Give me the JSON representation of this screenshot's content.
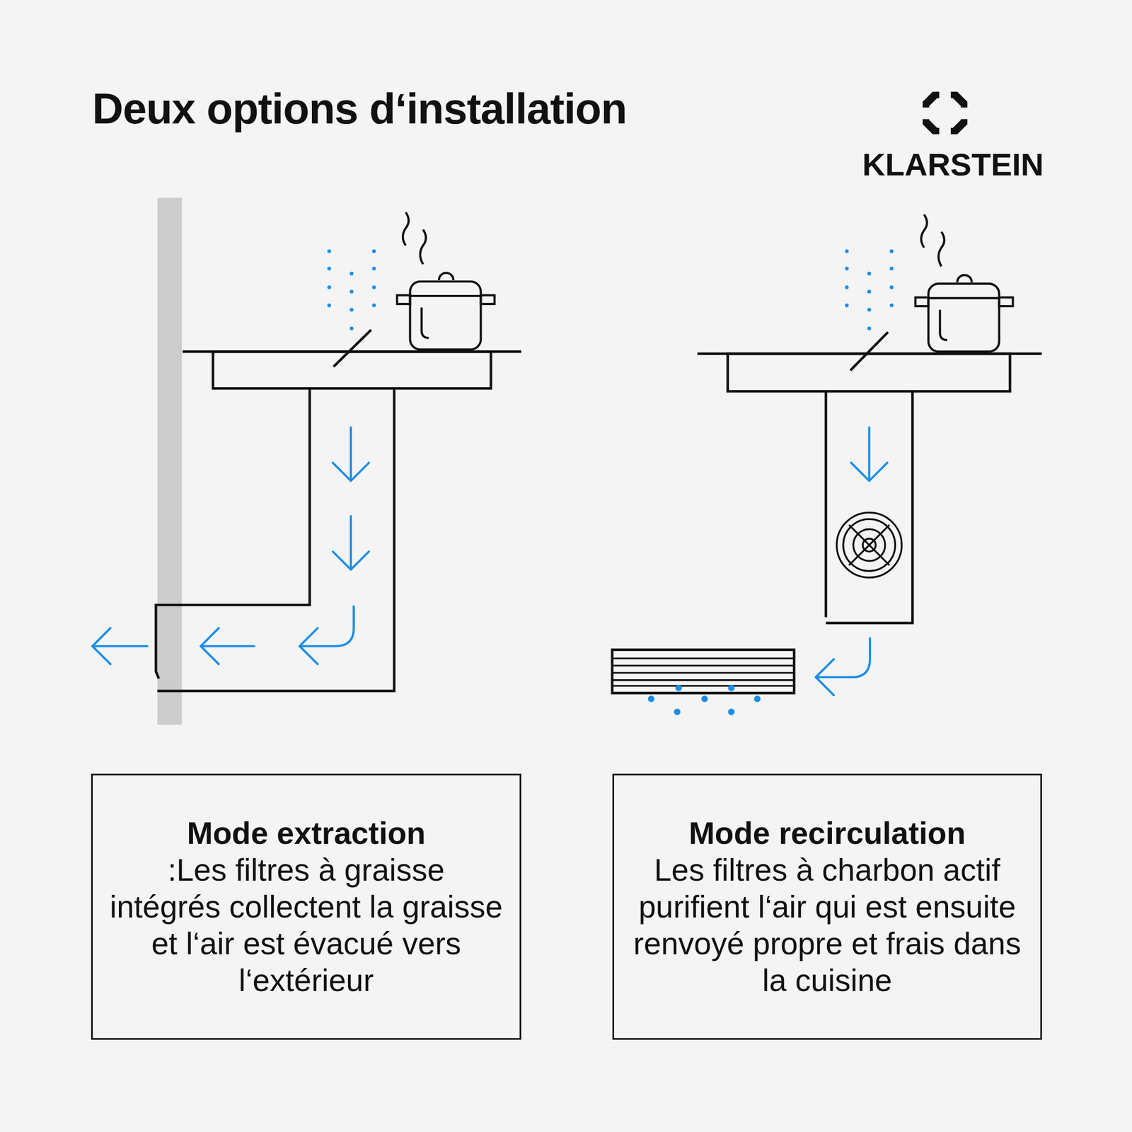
{
  "diagram": {
    "title": "Deux options d‘installation",
    "nodes": [
      {
        "text": [
          "Mode extraction",
          ":Les filtres à graisse intégrés collectent la graisse et l‘air est évacué vers l‘extérieur"
        ]
      },
      {
        "text": [
          "Mode recirculation",
          "Les filtres à charbon actif purifient l‘air qui est ensuite renvoyé propre et frais dans la cuisine"
        ]
      }
    ],
    "labels": [
      "KLARSTEIN"
    ]
  }
}
